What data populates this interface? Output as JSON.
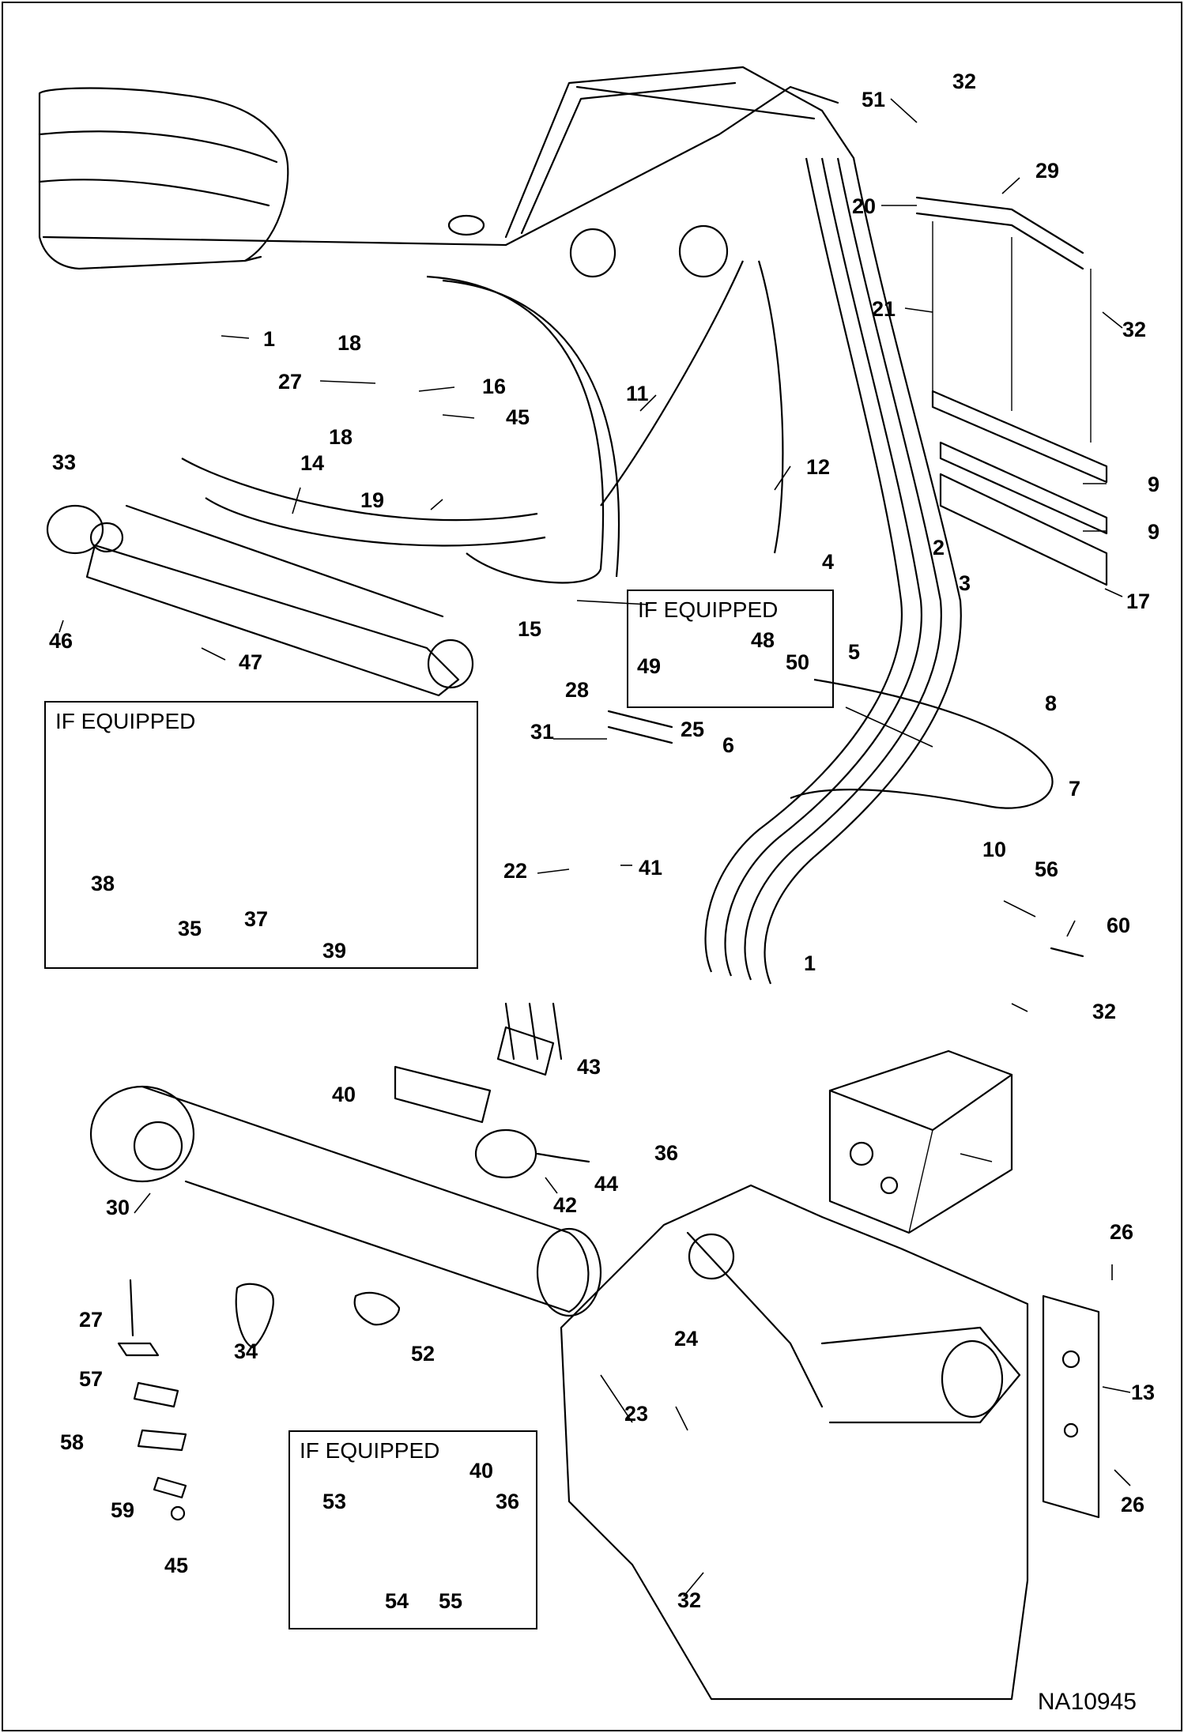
{
  "diagram": {
    "code": "NA10945",
    "insets": [
      {
        "id": "inset-lift-cylinder",
        "label": "IF EQUIPPED"
      },
      {
        "id": "inset-clamp",
        "label": "IF EQUIPPED"
      },
      {
        "id": "inset-accumulator",
        "label": "IF EQUIPPED"
      }
    ],
    "callouts": [
      "32",
      "51",
      "29",
      "20",
      "21",
      "32",
      "1",
      "18",
      "27",
      "16",
      "45",
      "11",
      "18",
      "33",
      "14",
      "12",
      "19",
      "9",
      "9",
      "2",
      "4",
      "3",
      "17",
      "15",
      "5",
      "46",
      "47",
      "49",
      "48",
      "50",
      "28",
      "25",
      "31",
      "6",
      "8",
      "7",
      "22",
      "41",
      "10",
      "56",
      "60",
      "38",
      "35",
      "37",
      "39",
      "1",
      "32",
      "43",
      "40",
      "36",
      "30",
      "42",
      "44",
      "26",
      "27",
      "34",
      "52",
      "57",
      "24",
      "13",
      "58",
      "23",
      "59",
      "40",
      "53",
      "36",
      "26",
      "45",
      "54",
      "55",
      "32"
    ]
  }
}
